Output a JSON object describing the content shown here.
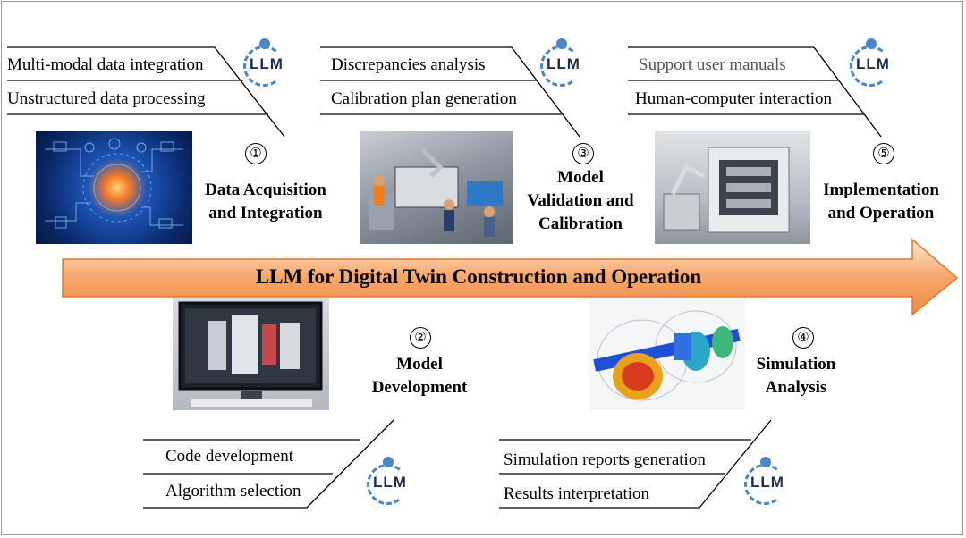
{
  "banner": {
    "label": "LLM for Digital Twin Construction and Operation"
  },
  "logo_text": "LLM",
  "stages": [
    {
      "number": "①",
      "title_lines": [
        "Data Acquisition",
        "and Integration"
      ],
      "tasks": [
        "Multi-modal data integration",
        "Unstructured data processing"
      ]
    },
    {
      "number": "②",
      "title_lines": [
        "Model",
        "Development"
      ],
      "tasks": [
        "Code development",
        "Algorithm selection"
      ]
    },
    {
      "number": "③",
      "title_lines": [
        "Model",
        "Validation and",
        "Calibration"
      ],
      "tasks": [
        "Discrepancies analysis",
        "Calibration plan generation"
      ]
    },
    {
      "number": "④",
      "title_lines": [
        "Simulation",
        "Analysis"
      ],
      "tasks": [
        "Simulation reports generation",
        "Results interpretation"
      ]
    },
    {
      "number": "⑤",
      "title_lines": [
        "Implementation",
        "and Operation"
      ],
      "tasks": [
        "Support user manuals",
        "Human-computer interaction"
      ]
    }
  ],
  "colors": {
    "arrow_light": "#fde3cf",
    "arrow_dark": "#f08a45",
    "logo_blue": "#4a86c8"
  }
}
